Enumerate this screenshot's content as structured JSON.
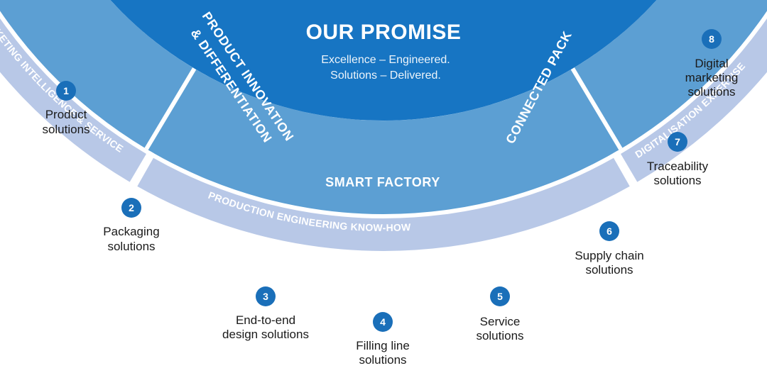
{
  "center": {
    "title": "OUR PROMISE",
    "tagline_1": "Excellence – Engineered.",
    "tagline_2": "Solutions – Delivered."
  },
  "inner_segments": {
    "product_innovation_1": "PRODUCT INNOVATION",
    "product_innovation_2": "& DIFFERENTIATION",
    "smart_factory": "SMART FACTORY",
    "connected_pack": "CONNECTED PACK"
  },
  "outer_ring": {
    "marketing": "MARKETING INTELLIGENCE & SERVICE",
    "production": "PRODUCTION ENGINEERING KNOW-HOW",
    "digitalisation": "DIGITALISATION EXPERTISE"
  },
  "solutions": [
    {
      "number": "1",
      "line1": "Product",
      "line2": "solutions"
    },
    {
      "number": "2",
      "line1": "Packaging",
      "line2": "solutions"
    },
    {
      "number": "3",
      "line1": "End-to-end",
      "line2": "design solutions"
    },
    {
      "number": "4",
      "line1": "Filling line",
      "line2": "solutions"
    },
    {
      "number": "5",
      "line1": "Service",
      "line2": "solutions"
    },
    {
      "number": "6",
      "line1": "Supply chain",
      "line2": "solutions"
    },
    {
      "number": "7",
      "line1": "Traceability",
      "line2": "solutions"
    },
    {
      "number": "8",
      "line1": "Digital",
      "line2": "marketing",
      "line3": "solutions"
    }
  ],
  "colors": {
    "center": "#1775c3",
    "inner_ring": "#5c9fd3",
    "outer_ring": "#b8c8e7",
    "badge": "#1a6fb9",
    "gap": "#ffffff"
  }
}
